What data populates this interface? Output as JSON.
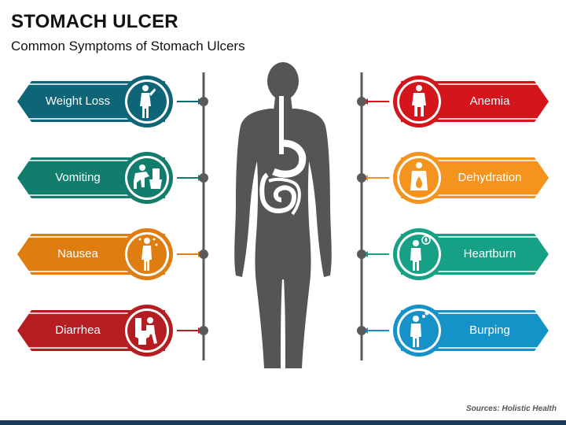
{
  "title": "STOMACH ULCER",
  "subtitle": "Common Symptoms of Stomach Ulcers",
  "source": "Sources: Holistic Health",
  "colors": {
    "teal": "#0e6578",
    "green": "#127d6c",
    "orange": "#e07d10",
    "darkred": "#b51d23",
    "red": "#d4161c",
    "amber": "#f5931f",
    "seagreen": "#16a085",
    "blue": "#1593c8",
    "gray": "#5a5a5a",
    "bottom": "#1c3a5b"
  },
  "left_items": [
    {
      "label": "Weight Loss",
      "icon": "weight-loss-icon",
      "color": "#0e6578"
    },
    {
      "label": "Vomiting",
      "icon": "vomiting-icon",
      "color": "#127d6c"
    },
    {
      "label": "Nausea",
      "icon": "nausea-icon",
      "color": "#e07d10"
    },
    {
      "label": "Diarrhea",
      "icon": "diarrhea-icon",
      "color": "#b51d23"
    }
  ],
  "right_items": [
    {
      "label": "Anemia",
      "icon": "anemia-icon",
      "color": "#d4161c"
    },
    {
      "label": "Dehydration",
      "icon": "dehydration-icon",
      "color": "#f5931f"
    },
    {
      "label": "Heartburn",
      "icon": "heartburn-icon",
      "color": "#16a085"
    },
    {
      "label": "Burping",
      "icon": "burping-icon",
      "color": "#1593c8"
    }
  ]
}
